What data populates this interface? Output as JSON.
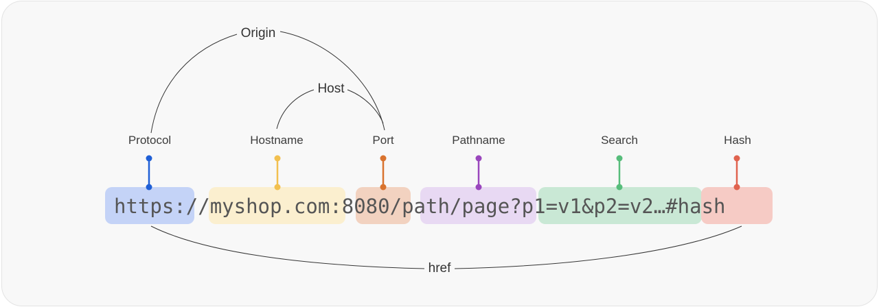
{
  "labels": {
    "protocol": "Protocol",
    "hostname": "Hostname",
    "port": "Port",
    "pathname": "Pathname",
    "search": "Search",
    "hash": "Hash",
    "origin": "Origin",
    "host": "Host",
    "href": "href"
  },
  "url": {
    "protocol": "https:",
    "slashes": "//",
    "hostname": "myshop.com",
    "colon": ":",
    "port": "8080",
    "pathname": "/path/page",
    "search": "?p1=v1&p2=v2…",
    "hash": "#hash"
  },
  "colors": {
    "protocol": "#1f5fd6",
    "hostname": "#f2c04f",
    "port": "#d9732e",
    "pathname": "#9a46bd",
    "search": "#57bd7b",
    "hash": "#e0634f"
  }
}
